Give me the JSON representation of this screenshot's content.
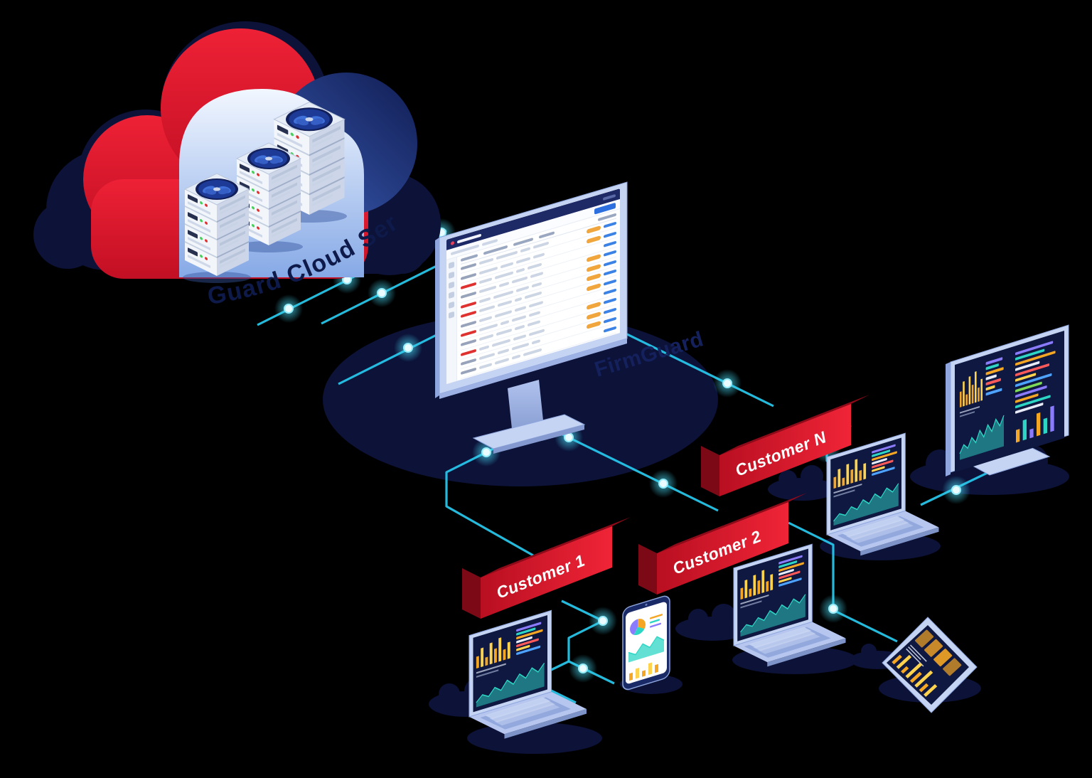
{
  "illustration": {
    "cloud_label": "Guard Cloud Ser",
    "watermark": "FirmGuard",
    "customers": [
      {
        "label": "Customer 1"
      },
      {
        "label": "Customer 2"
      },
      {
        "label": "Customer N"
      }
    ]
  },
  "colors": {
    "background": "#000000",
    "red": "#e31b2e",
    "red_dark": "#a50d1d",
    "red_deep": "#7c0a16",
    "navy": "#0c1238",
    "navy_ink": "#0e1a4a",
    "blue_lobe": "#2c4a9e",
    "teal": "#27c4e8",
    "node_core": "#eafcff",
    "device_body": "#c6d4f4",
    "device_edge": "#8ea6dd",
    "screen_dark": "#0f1840",
    "amber": "#f0a63c",
    "link_blue": "#3b82e6",
    "button_blue": "#2e6fe0",
    "led_green": "#46d05a",
    "led_red": "#e03131"
  },
  "admin_screen": {
    "rows": [
      {
        "t": "g",
        "w": [
          20,
          30,
          14,
          22
        ],
        "p": 1
      },
      {
        "t": "g",
        "w": [
          26,
          18,
          20,
          16
        ],
        "p": 1
      },
      {
        "t": "r",
        "w": [
          18,
          26,
          12,
          20
        ],
        "p": 0
      },
      {
        "t": "g",
        "w": [
          24,
          14,
          22,
          18
        ],
        "p": 1
      },
      {
        "t": "r",
        "w": [
          16,
          28,
          18,
          14
        ],
        "p": 1
      },
      {
        "t": "r",
        "w": [
          22,
          20,
          10,
          24
        ],
        "p": 1
      },
      {
        "t": "g",
        "w": [
          18,
          24,
          16,
          20
        ],
        "p": 1
      },
      {
        "t": "r",
        "w": [
          26,
          12,
          20,
          16
        ],
        "p": 0
      },
      {
        "t": "g",
        "w": [
          20,
          22,
          14,
          18
        ],
        "p": 1
      },
      {
        "t": "r",
        "w": [
          14,
          26,
          18,
          22
        ],
        "p": 1
      },
      {
        "t": "g",
        "w": [
          22,
          16,
          24,
          12
        ],
        "p": 1
      },
      {
        "t": "g",
        "w": [
          18,
          20,
          12,
          26
        ],
        "p": 0
      },
      {
        "t": "r",
        "w": [
          24,
          18,
          16,
          20
        ],
        "p": 1
      }
    ]
  },
  "minidash": {
    "palette": [
      "#f5a623",
      "#ffd34d",
      "#8b7bff",
      "#2dd6c4",
      "#ff5a5a",
      "#4da3ff",
      "#7ed957",
      "#e8ecf8"
    ],
    "bars": [
      10,
      16,
      7,
      18,
      12,
      20,
      9,
      14
    ],
    "lines": [
      [
        2,
        62
      ],
      [
        3,
        48
      ],
      [
        0,
        66
      ],
      [
        7,
        40
      ],
      [
        4,
        56
      ],
      [
        1,
        34
      ],
      [
        5,
        60
      ],
      [
        6,
        44
      ],
      [
        2,
        52
      ],
      [
        0,
        38
      ],
      [
        3,
        58
      ],
      [
        7,
        46
      ]
    ],
    "area": [
      4,
      9,
      6,
      12,
      8,
      15,
      10,
      17,
      12,
      19,
      14,
      20
    ]
  },
  "phone": {
    "pie_colors": [
      "#f5a623",
      "#2dd6c4",
      "#8b7bff"
    ],
    "area_color": "#2dd6c4"
  }
}
